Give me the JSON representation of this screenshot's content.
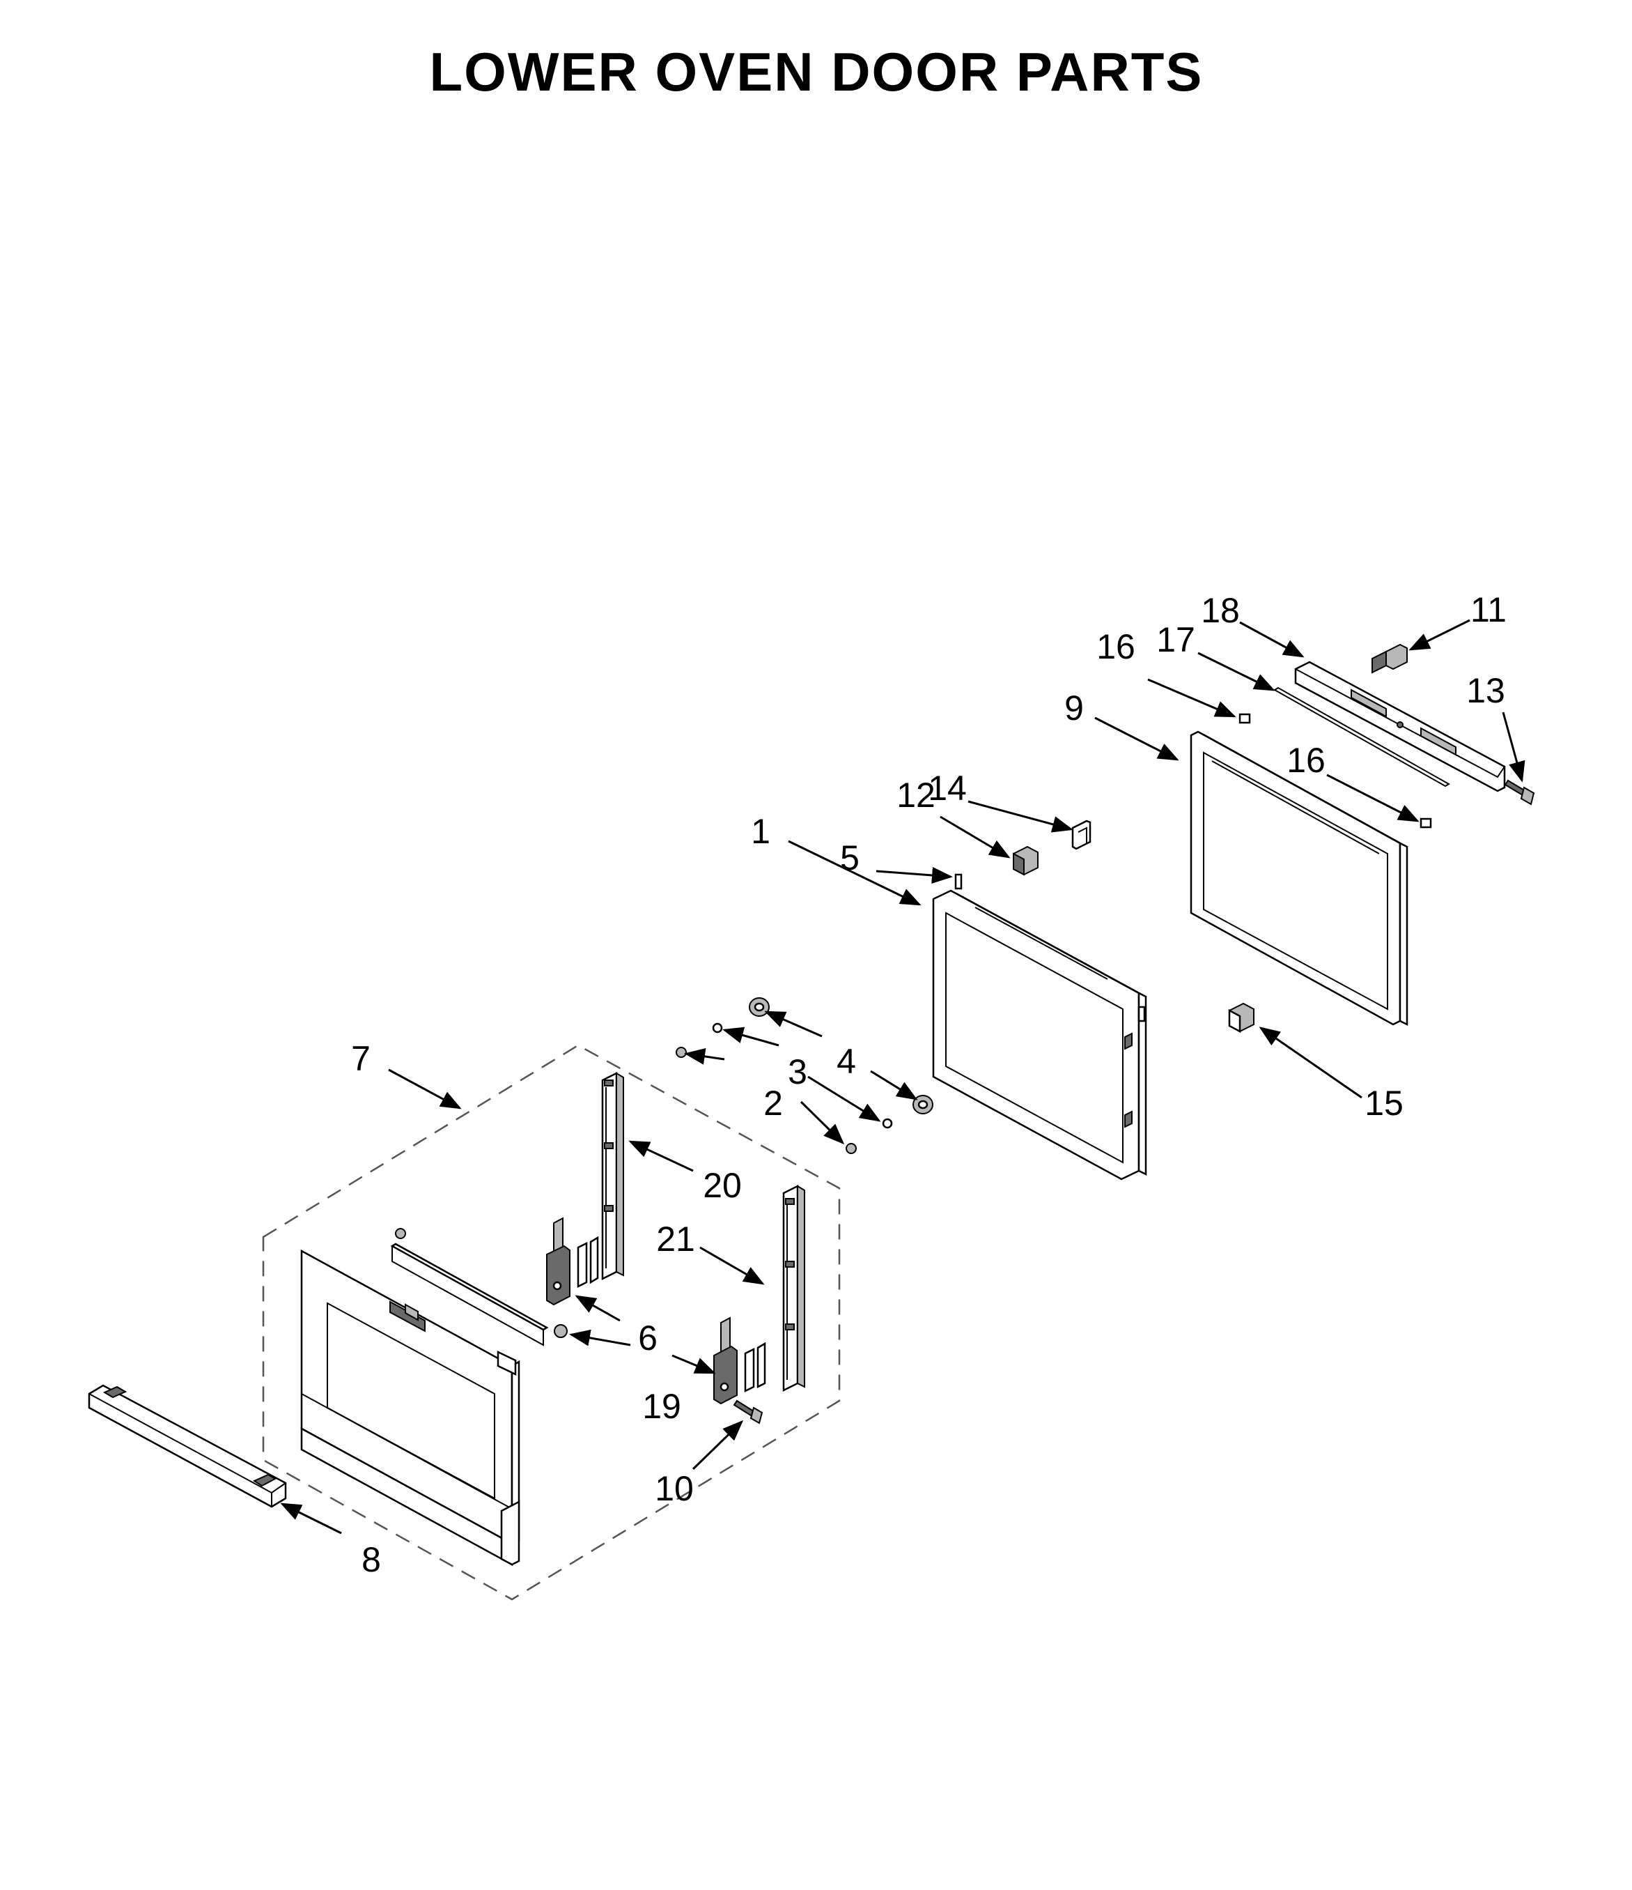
{
  "title": "LOWER OVEN DOOR PARTS",
  "callouts": {
    "c1": "1",
    "c2": "2",
    "c3": "3",
    "c4": "4",
    "c5": "5",
    "c6": "6",
    "c7": "7",
    "c8": "8",
    "c9": "9",
    "c10": "10",
    "c11": "11",
    "c12": "12",
    "c13": "13",
    "c14": "14",
    "c15": "15",
    "c16a": "16",
    "c16b": "16",
    "c17": "17",
    "c18": "18",
    "c19": "19",
    "c20": "20",
    "c21": "21"
  }
}
